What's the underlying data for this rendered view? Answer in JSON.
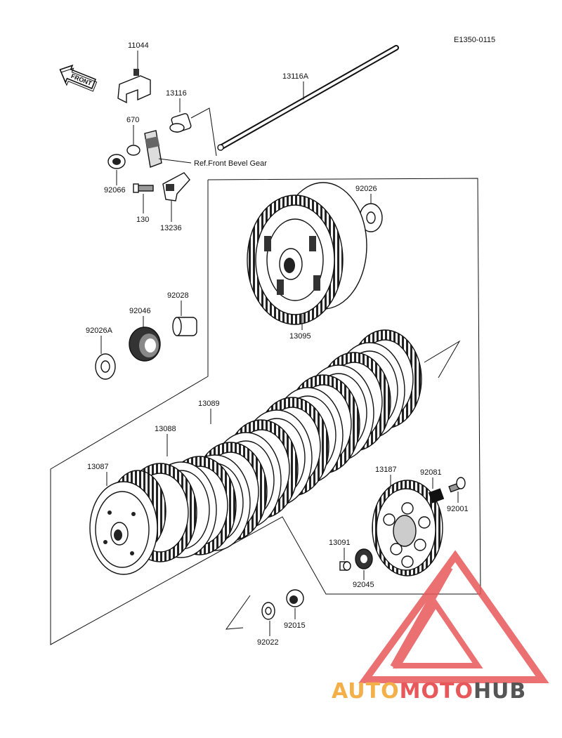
{
  "diagram": {
    "code": "E1350-0115",
    "front_label": "FRONT",
    "ref_note": "Ref.Front Bevel Gear",
    "parts": {
      "p11044": "11044",
      "p13116A": "13116A",
      "p13116": "13116",
      "p670": "670",
      "p92066": "92066",
      "p130": "130",
      "p13236": "13236",
      "p92026": "92026",
      "p13095": "13095",
      "p92028": "92028",
      "p92046": "92046",
      "p92026A": "92026A",
      "p13089": "13089",
      "p13088": "13088",
      "p13087": "13087",
      "p13187": "13187",
      "p92081": "92081",
      "p92001": "92001",
      "p13091": "13091",
      "p92045": "92045",
      "p92015": "92015",
      "p92022": "92022"
    }
  },
  "watermark": {
    "word_part1": "AUTO",
    "word_part2": "MOTO",
    "word_part3": "HUB",
    "colors": {
      "auto": "#f3b04a",
      "moto": "#e8585a",
      "hub": "#555555",
      "logo": "#e8585a"
    }
  }
}
